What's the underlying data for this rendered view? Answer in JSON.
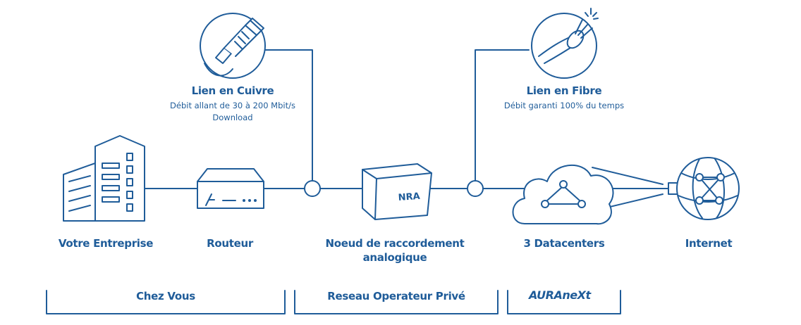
{
  "colors": {
    "primary": "#1f5c99",
    "background": "#ffffff"
  },
  "nodes": {
    "enterprise": "Votre Entreprise",
    "router": "Routeur",
    "nra_line1": "Noeud de raccordement",
    "nra_line2": "analogique",
    "nra_box": "NRA",
    "datacenters": "3 Datacenters",
    "internet": "Internet"
  },
  "links": {
    "copper": {
      "title": "Lien en Cuivre",
      "line1": "Débit allant de 30 à 200 Mbit/s",
      "line2": "Download",
      "icon": "copper-cable-icon"
    },
    "fiber": {
      "title": "Lien en Fibre",
      "line1": "Débit garanti 100% du temps",
      "icon": "fiber-cable-icon"
    }
  },
  "sections": {
    "home": "Chez Vous",
    "operator": "Reseau Operateur Privé",
    "brand": "AURAneXt"
  }
}
